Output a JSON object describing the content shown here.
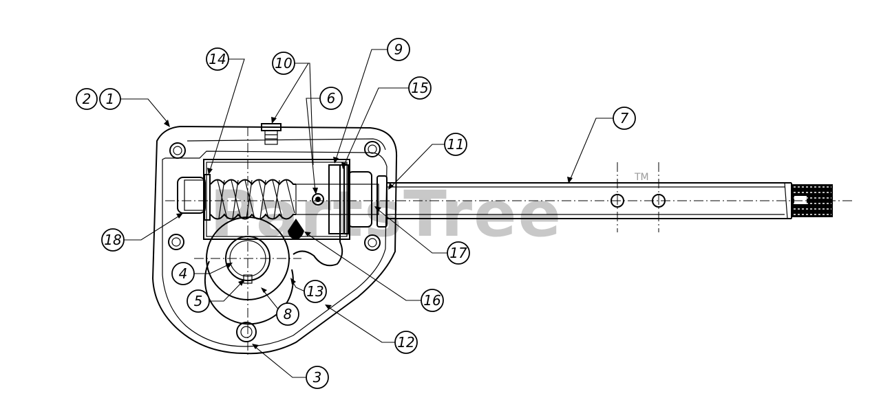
{
  "watermark": {
    "text": "PartsTree",
    "tm": "TM"
  },
  "callouts": [
    {
      "id": "21a",
      "label": "2"
    },
    {
      "id": "21b",
      "label": "1"
    },
    {
      "id": "14",
      "label": "14"
    },
    {
      "id": "10",
      "label": "10"
    },
    {
      "id": "6",
      "label": "6"
    },
    {
      "id": "9",
      "label": "9"
    },
    {
      "id": "15",
      "label": "15"
    },
    {
      "id": "7",
      "label": "7"
    },
    {
      "id": "11",
      "label": "11"
    },
    {
      "id": "18",
      "label": "18"
    },
    {
      "id": "17",
      "label": "17"
    },
    {
      "id": "4",
      "label": "4"
    },
    {
      "id": "5",
      "label": "5"
    },
    {
      "id": "13",
      "label": "13"
    },
    {
      "id": "8",
      "label": "8"
    },
    {
      "id": "16",
      "label": "16"
    },
    {
      "id": "12",
      "label": "12"
    },
    {
      "id": "3",
      "label": "3"
    }
  ]
}
